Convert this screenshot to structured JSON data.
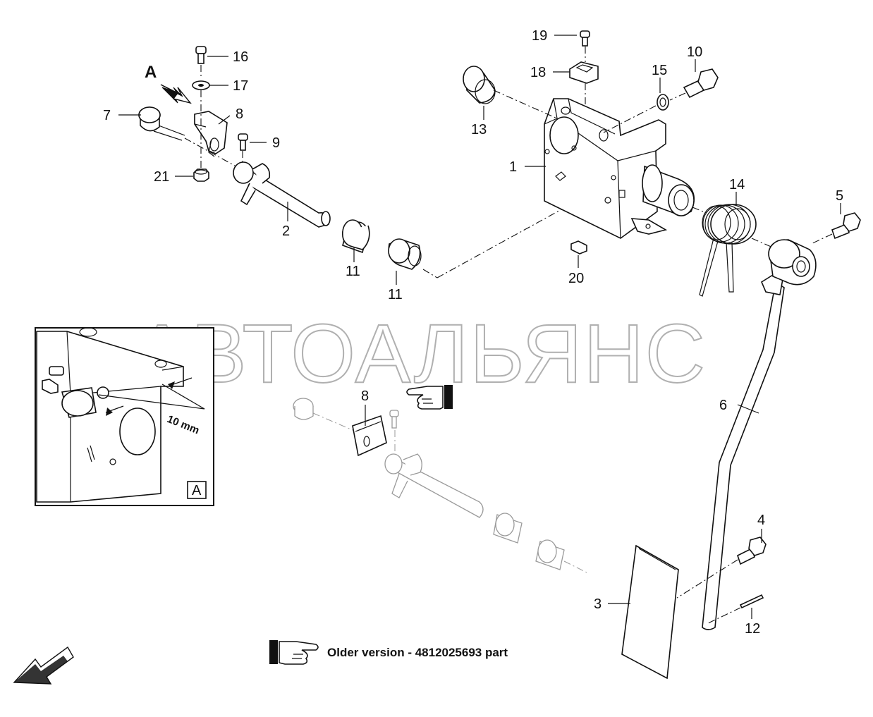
{
  "watermark": "АВТОАЛЬЯНС",
  "view_letter": "A",
  "inset": {
    "label": "A",
    "dimension": "10 mm"
  },
  "note": {
    "text": "Older version - 4812025693 part",
    "icon": "pointing-hand-icon"
  },
  "callouts": [
    "1",
    "2",
    "3",
    "4",
    "5",
    "6",
    "7",
    "8",
    "9",
    "10",
    "11",
    "12",
    "13",
    "14",
    "15",
    "16",
    "17",
    "18",
    "19",
    "20",
    "21"
  ],
  "ghost_callout": "8",
  "colors": {
    "line": "#111111",
    "ghost": "#9a9a9a",
    "watermark": "#b0b0b0",
    "background": "#ffffff"
  }
}
